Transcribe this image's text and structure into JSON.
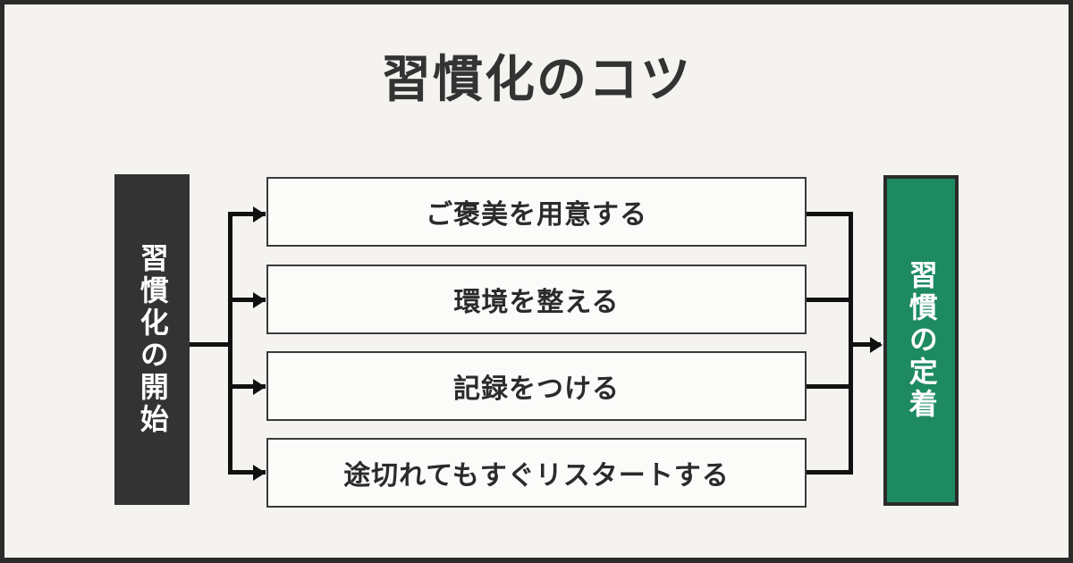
{
  "page": {
    "title": "習慣化のコツ",
    "background_color": "#f4f3ef",
    "border_color": "#2b2b2b"
  },
  "flow": {
    "start_pillar": {
      "label": "習慣化の開始",
      "background_color": "#333333",
      "text_color": "#ffffff"
    },
    "end_pillar": {
      "label": "習慣の定着",
      "background_color": "#1d8a62",
      "text_color": "#ffffff"
    },
    "steps": [
      {
        "label": "ご褒美を用意する"
      },
      {
        "label": "環境を整える"
      },
      {
        "label": "記録をつける"
      },
      {
        "label": "途切れてもすぐリスタートする"
      }
    ],
    "connectors": {
      "left_arrow_icon": "arrow-right-icon",
      "right_arrow_icon": "arrow-right-icon",
      "line_color": "#111111"
    }
  }
}
